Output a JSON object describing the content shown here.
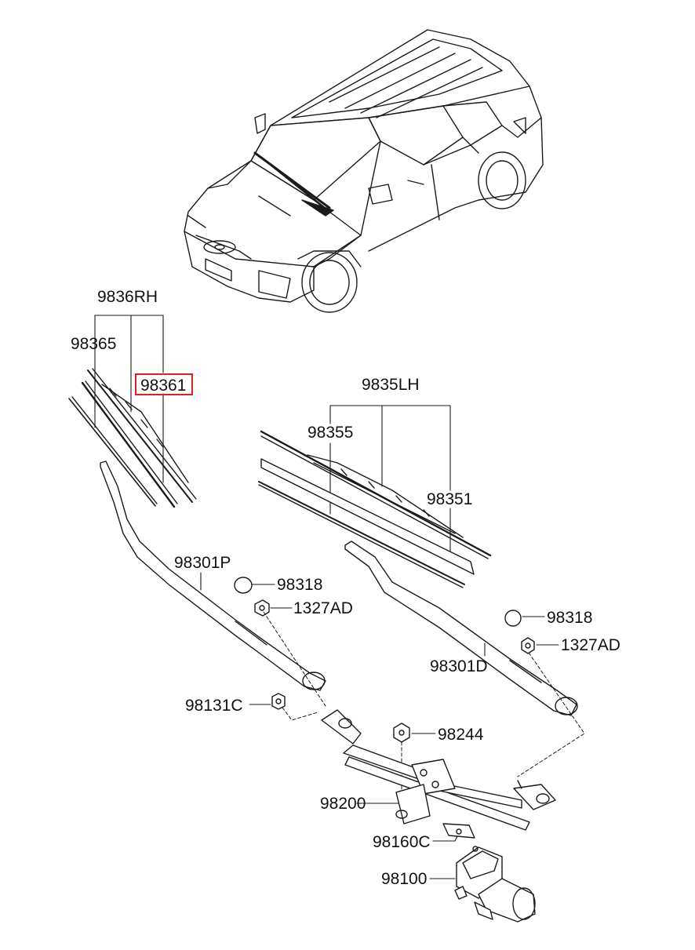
{
  "colors": {
    "line": "#1a1a1a",
    "highlight": "#e02020",
    "background": "#ffffff"
  },
  "labels": {
    "rh_assembly": "9836RH",
    "rh_refill": "98365",
    "rh_blade": "98361",
    "lh_assembly": "9835LH",
    "lh_refill": "98355",
    "lh_blade": "98351",
    "rh_arm": "98301P",
    "cap_right": "98318",
    "nut_right": "1327AD",
    "cap_left": "98318",
    "nut_left": "1327AD",
    "lh_arm": "98301D",
    "bolt": "98131C",
    "nut_linkage": "98244",
    "linkage": "98200",
    "bracket": "98160C",
    "motor": "98100"
  },
  "highlighted_part": "98361"
}
